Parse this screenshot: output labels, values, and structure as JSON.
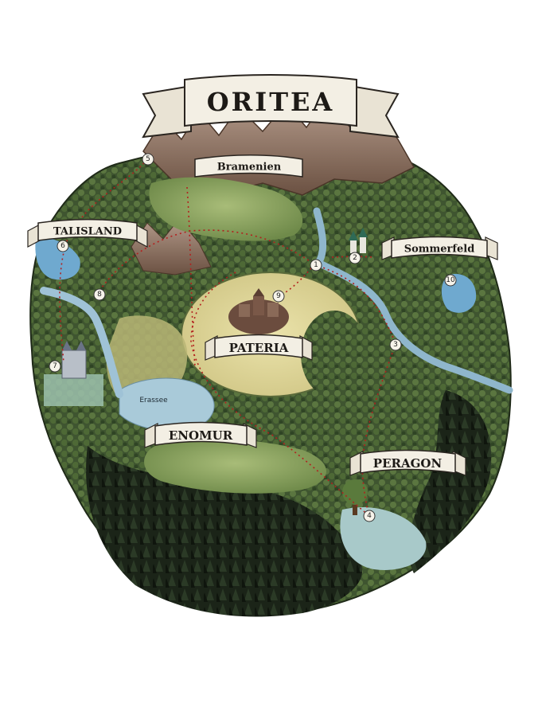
{
  "map": {
    "title": "ORITEA",
    "regions": [
      {
        "id": "bramenien",
        "label": "Bramenien"
      },
      {
        "id": "talisland",
        "label": "TALISLAND"
      },
      {
        "id": "sommerfeld",
        "label": "Sommerfeld"
      },
      {
        "id": "pateria",
        "label": "PATERIA"
      },
      {
        "id": "enomur",
        "label": "ENOMUR"
      },
      {
        "id": "peragon",
        "label": "PERAGON"
      }
    ],
    "lake_label": "Erassee",
    "markers": [
      "1",
      "2",
      "3",
      "4",
      "5",
      "6",
      "7",
      "8",
      "9",
      "10"
    ],
    "colors": {
      "forest_dark": "#2f3f24",
      "forest": "#4d6636",
      "meadow": "#98ad66",
      "plain": "#d8cf92",
      "water": "#9fc2d6",
      "mountain": "#8a6c5a",
      "snow": "#e6e9ea",
      "route": "#b3201e",
      "banner": "#f3efe4"
    }
  }
}
